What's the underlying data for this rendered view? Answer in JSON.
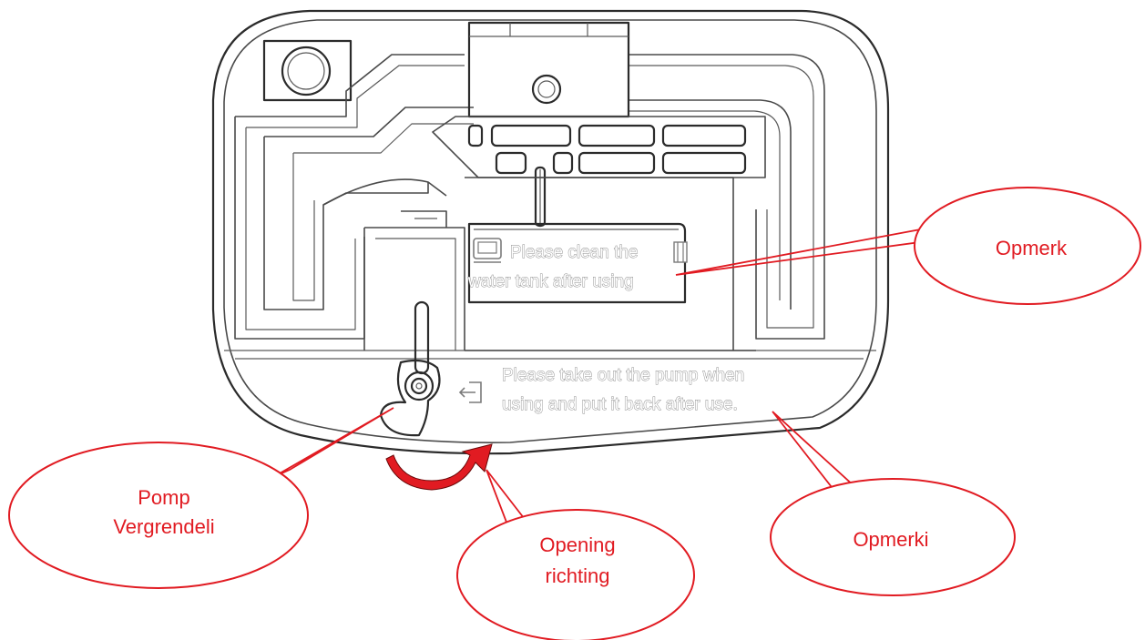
{
  "engraved_text": {
    "clean_tank_line1": "Please clean the",
    "clean_tank_line2": "water tank after using",
    "pump_line1": "Please take out the pump when",
    "pump_line2": "using and put it back after use."
  },
  "callouts": {
    "remark_1": "Opmerk",
    "pump_lock_line1": "Pomp",
    "pump_lock_line2": "Vergrendeli",
    "opening_line1": "Opening",
    "opening_line2": "richting",
    "remark_2": "Opmerki"
  },
  "colors": {
    "callout": "#e11b22",
    "arrow": "#e11b22",
    "line_art": "#2b2b2b"
  },
  "icons": {
    "tank_icon": "water-tank-icon",
    "unlock_icon": "unlock-icon",
    "rotation_arrow": "curved-arrow-icon"
  }
}
